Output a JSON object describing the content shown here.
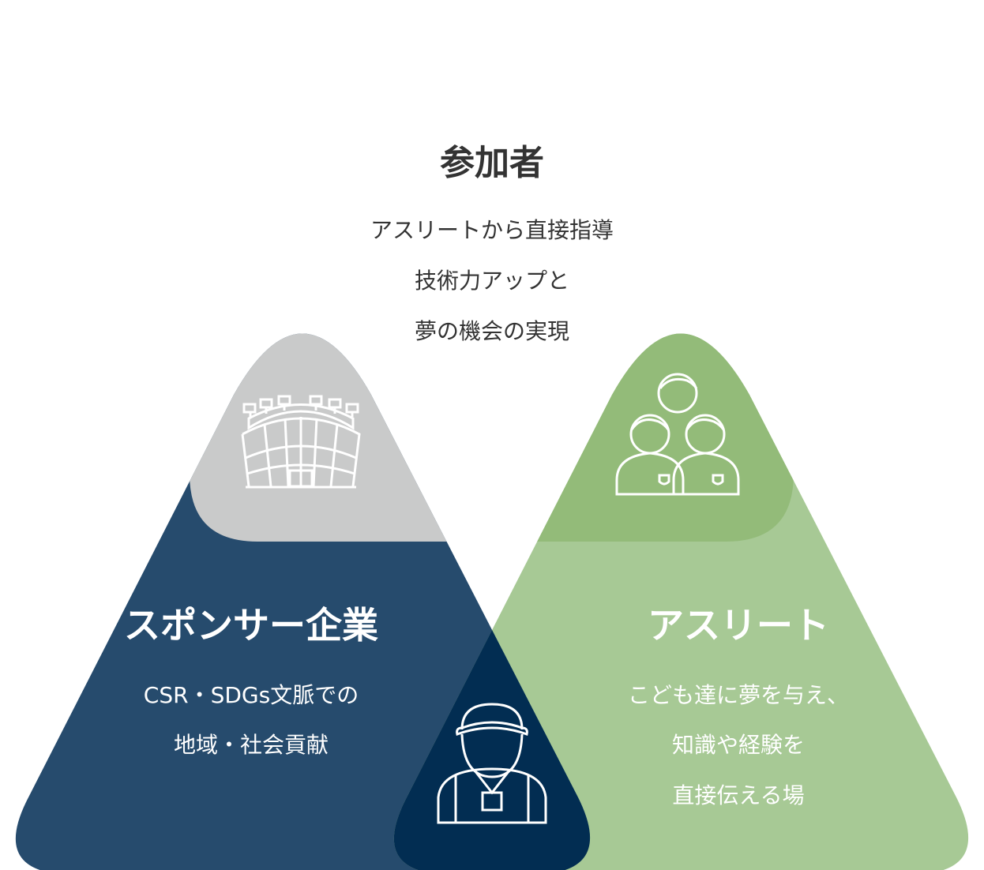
{
  "participants": {
    "title": "参加者",
    "lines": [
      "アスリートから直接指導",
      "技術力アップと",
      "夢の機会の実現"
    ]
  },
  "sponsor": {
    "title": "スポンサー企業",
    "lines": [
      "CSR・SDGs文脈での",
      "地域・社会貢献"
    ]
  },
  "athlete": {
    "title": "アスリート",
    "lines": [
      "こども達に夢を与え、",
      "知識や経験を",
      "直接伝える場"
    ]
  },
  "icons": [
    "stadium-icon",
    "people-group-icon",
    "coach-icon"
  ],
  "colors": {
    "sponsor": "#264b6d",
    "athlete": "#a7c995",
    "participants_over_sponsor": "#c9caca",
    "participants_over_athlete": "#93bb79",
    "overlap": "#022d52",
    "text": "#333333"
  }
}
